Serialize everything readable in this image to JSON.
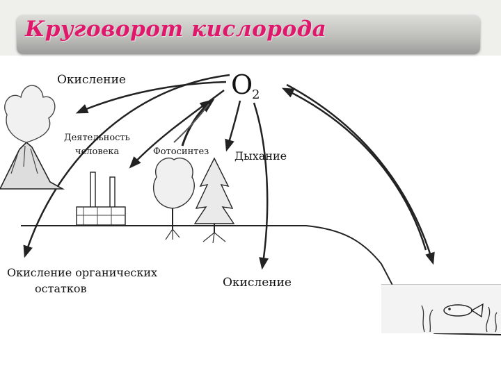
{
  "slide": {
    "title": "Круговорот кислорода",
    "title_color": "#e0186b"
  },
  "diagram": {
    "center_formula": "O",
    "center_subscript": "2",
    "labels": {
      "oxidation_left": "Окисление",
      "human_activity_line1": "Деятельность",
      "human_activity_line2": "человека",
      "photosynthesis": "Фотосинтез",
      "respiration": "Дыхание",
      "organic_oxidation_line1": "Окисление органических",
      "organic_oxidation_line2": "остатков",
      "oxidation_bottom": "Окисление"
    },
    "icons": [
      "volcano-icon",
      "factory-icon",
      "deciduous-tree-icon",
      "spruce-tree-icon",
      "fish-icon",
      "water-plant-icon"
    ]
  }
}
